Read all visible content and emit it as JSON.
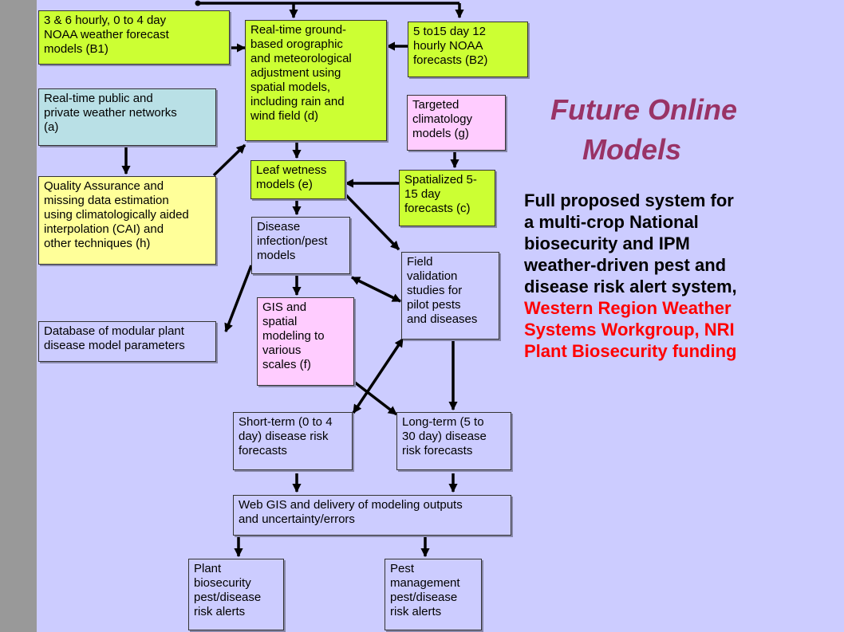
{
  "title": {
    "line1": "Future Online",
    "line2": "    Models"
  },
  "description": {
    "black": "Full proposed system for\na multi-crop National\nbiosecurity and IPM\nweather-driven pest and\ndisease risk alert system,",
    "red": "Western Region Weather\nSystems Workgroup, NRI\nPlant Biosecurity funding"
  },
  "diagram": {
    "nodes": {
      "b1": "3 & 6 hourly, 0 to 4 day\nNOAA weather forecast\nmodels  (B1)",
      "d": "Real-time ground-\nbased orographic\nand meteorological\nadjustment using\nspatial models,\nincluding rain and\nwind field (d)",
      "b2": "5 to15 day 12\nhourly NOAA\nforecasts (B2)",
      "a": "Real-time public and\nprivate weather networks\n(a)",
      "g": "Targeted\nclimatology\nmodels (g)",
      "h": "Quality Assurance and\nmissing data estimation\nusing climatologically aided\ninterpolation (CAI) and\nother techniques (h)",
      "e": "Leaf wetness\nmodels (e)",
      "c": "Spatialized 5-\n15 day\nforecasts (c)",
      "disease": "Disease\ninfection/pest\nmodels",
      "field": "Field\nvalidation\nstudies for\npilot pests\nand diseases",
      "database": "Database of modular plant\ndisease model parameters",
      "f": "GIS and\nspatial\nmodeling to\nvarious\nscales  (f)",
      "short": "Short-term (0 to 4\nday) disease risk\nforecasts",
      "long": "Long-term (5 to\n30 day) disease\nrisk forecasts",
      "webgis": "Web GIS and delivery of modeling outputs\nand uncertainty/errors",
      "plant": "Plant\nbiosecurity\npest/disease\nrisk alerts",
      "pest": "Pest\nmanagement\npest/disease\nrisk alerts"
    }
  }
}
